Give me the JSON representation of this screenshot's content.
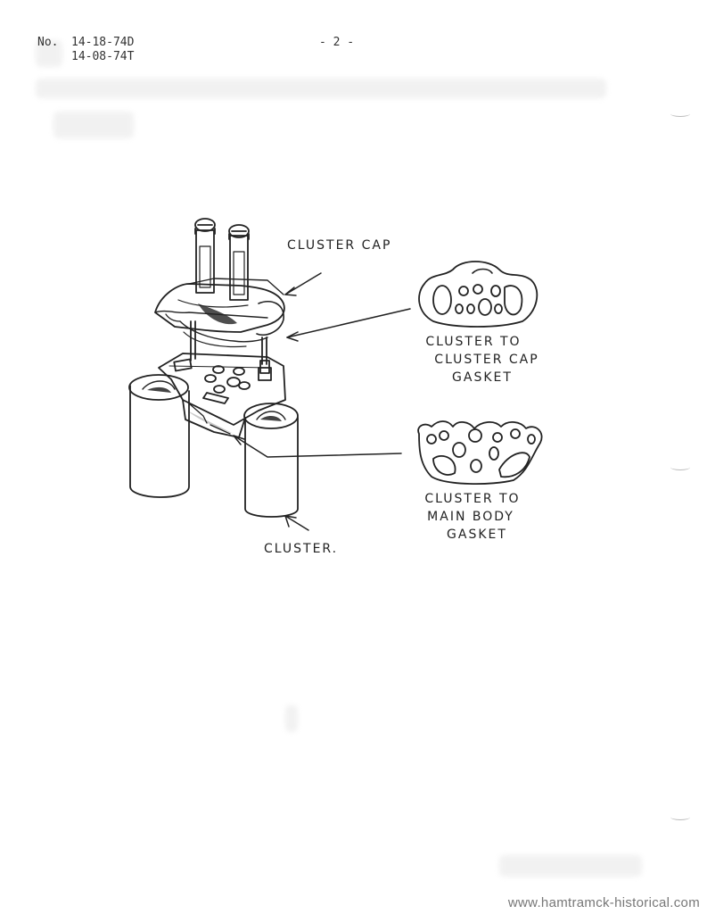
{
  "header": {
    "doc_number_label": "No.",
    "doc_number_1": "14-18-74D",
    "doc_number_2": "14-08-74T",
    "page_marker": "- 2 -"
  },
  "diagram": {
    "labels": {
      "cluster_cap": "CLUSTER CAP",
      "cap_gasket_line1": "CLUSTER TO",
      "cap_gasket_line2": "CLUSTER CAP",
      "cap_gasket_line3": "GASKET",
      "body_gasket_line1": "CLUSTER TO",
      "body_gasket_line2": "MAIN BODY",
      "body_gasket_line3": "GASKET",
      "cluster": "CLUSTER."
    },
    "colors": {
      "ink": "#222222",
      "paper": "#ffffff",
      "bleed": "#d9d9d9"
    }
  },
  "footer": {
    "watermark": "www.hamtramck-historical.com"
  }
}
